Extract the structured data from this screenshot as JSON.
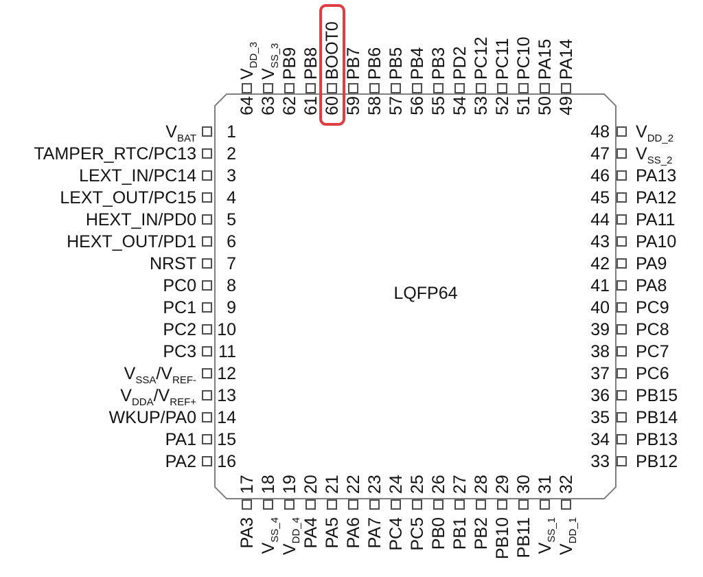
{
  "diagram": {
    "package_label": "LQFP64",
    "highlight": {
      "pin": "60",
      "pin_label": "BOOT0",
      "color": "#e03d42"
    }
  },
  "pins": {
    "left": [
      {
        "num": "1",
        "label": "V~BAT~"
      },
      {
        "num": "2",
        "label": "TAMPER_RTC/PC13"
      },
      {
        "num": "3",
        "label": "LEXT_IN/PC14"
      },
      {
        "num": "4",
        "label": "LEXT_OUT/PC15"
      },
      {
        "num": "5",
        "label": "HEXT_IN/PD0"
      },
      {
        "num": "6",
        "label": "HEXT_OUT/PD1"
      },
      {
        "num": "7",
        "label": "NRST"
      },
      {
        "num": "8",
        "label": "PC0"
      },
      {
        "num": "9",
        "label": "PC1"
      },
      {
        "num": "10",
        "label": "PC2"
      },
      {
        "num": "11",
        "label": "PC3"
      },
      {
        "num": "12",
        "label": "V~SSA~/V~REF-~"
      },
      {
        "num": "13",
        "label": "V~DDA~/V~REF+~"
      },
      {
        "num": "14",
        "label": "WKUP/PA0"
      },
      {
        "num": "15",
        "label": "PA1"
      },
      {
        "num": "16",
        "label": "PA2"
      }
    ],
    "top": [
      {
        "num": "64",
        "label": "V~DD_3~"
      },
      {
        "num": "63",
        "label": "V~SS_3~"
      },
      {
        "num": "62",
        "label": "PB9"
      },
      {
        "num": "61",
        "label": "PB8"
      },
      {
        "num": "60",
        "label": "BOOT0"
      },
      {
        "num": "59",
        "label": "PB7"
      },
      {
        "num": "58",
        "label": "PB6"
      },
      {
        "num": "57",
        "label": "PB5"
      },
      {
        "num": "56",
        "label": "PB4"
      },
      {
        "num": "55",
        "label": "PB3"
      },
      {
        "num": "54",
        "label": "PD2"
      },
      {
        "num": "53",
        "label": "PC12"
      },
      {
        "num": "52",
        "label": "PC11"
      },
      {
        "num": "51",
        "label": "PC10"
      },
      {
        "num": "50",
        "label": "PA15"
      },
      {
        "num": "49",
        "label": "PA14"
      }
    ],
    "right": [
      {
        "num": "48",
        "label": "V~DD_2~"
      },
      {
        "num": "47",
        "label": "V~SS_2~"
      },
      {
        "num": "46",
        "label": "PA13"
      },
      {
        "num": "45",
        "label": "PA12"
      },
      {
        "num": "44",
        "label": "PA11"
      },
      {
        "num": "43",
        "label": "PA10"
      },
      {
        "num": "42",
        "label": "PA9"
      },
      {
        "num": "41",
        "label": "PA8"
      },
      {
        "num": "40",
        "label": "PC9"
      },
      {
        "num": "39",
        "label": "PC8"
      },
      {
        "num": "38",
        "label": "PC7"
      },
      {
        "num": "37",
        "label": "PC6"
      },
      {
        "num": "36",
        "label": "PB15"
      },
      {
        "num": "35",
        "label": "PB14"
      },
      {
        "num": "34",
        "label": "PB13"
      },
      {
        "num": "33",
        "label": "PB12"
      }
    ],
    "bottom": [
      {
        "num": "17",
        "label": "PA3"
      },
      {
        "num": "18",
        "label": "V~SS_4~"
      },
      {
        "num": "19",
        "label": "V~DD_4~"
      },
      {
        "num": "20",
        "label": "PA4"
      },
      {
        "num": "21",
        "label": "PA5"
      },
      {
        "num": "22",
        "label": "PA6"
      },
      {
        "num": "23",
        "label": "PA7"
      },
      {
        "num": "24",
        "label": "PC4"
      },
      {
        "num": "25",
        "label": "PC5"
      },
      {
        "num": "26",
        "label": "PB0"
      },
      {
        "num": "27",
        "label": "PB1"
      },
      {
        "num": "28",
        "label": "PB2"
      },
      {
        "num": "29",
        "label": "PB10"
      },
      {
        "num": "30",
        "label": "PB11"
      },
      {
        "num": "31",
        "label": "V~SS_1~"
      },
      {
        "num": "32",
        "label": "V~DD_1~"
      }
    ]
  }
}
